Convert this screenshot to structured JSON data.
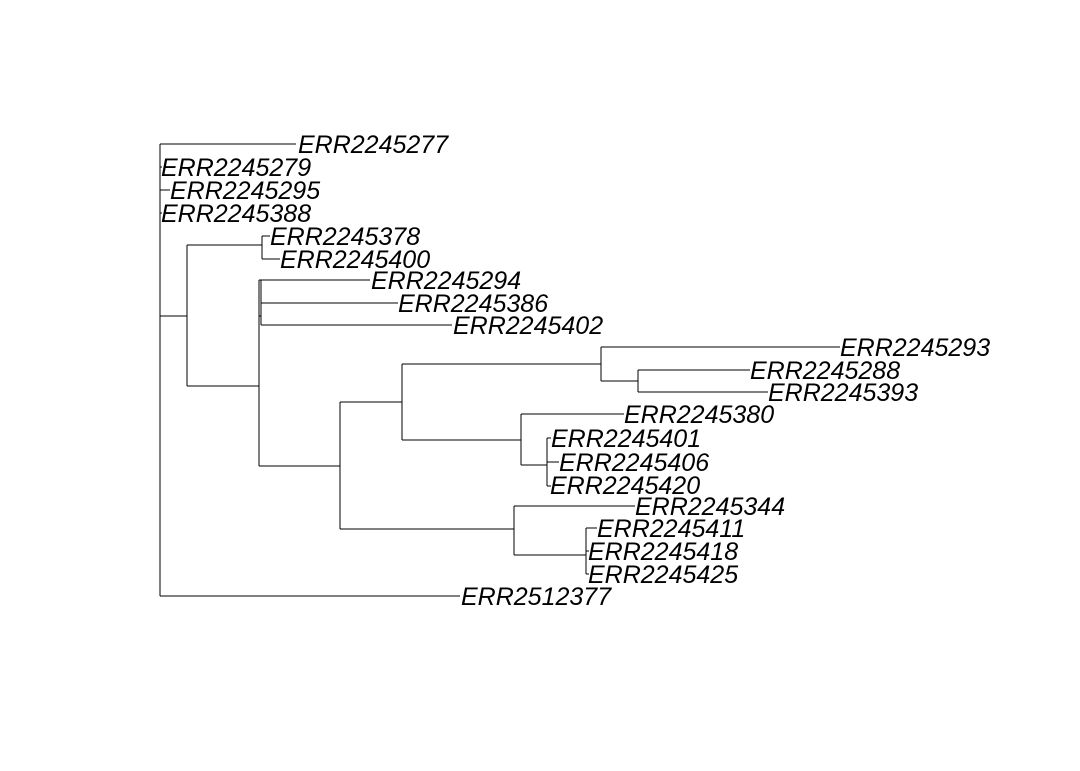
{
  "tree": {
    "tips": [
      "ERR2245277",
      "ERR2245279",
      "ERR2245295",
      "ERR2245388",
      "ERR2245378",
      "ERR2245400",
      "ERR2245294",
      "ERR2245386",
      "ERR2245402",
      "ERR2245293",
      "ERR2245288",
      "ERR2245393",
      "ERR2245380",
      "ERR2245401",
      "ERR2245406",
      "ERR2245420",
      "ERR2245344",
      "ERR2245411",
      "ERR2245418",
      "ERR2245425",
      "ERR2512377"
    ],
    "colors": {
      "branch": "#000000",
      "label": "#000000",
      "background": "#ffffff"
    }
  }
}
